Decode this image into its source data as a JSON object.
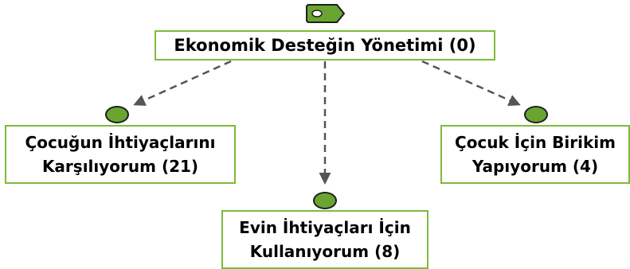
{
  "diagram": {
    "root": {
      "label": "Ekonomik Desteğin Yönetimi (0)"
    },
    "children": [
      {
        "line1": "Çocuğun İhtiyaçlarını",
        "line2": "Karşılıyorum (21)"
      },
      {
        "line1": "Evin İhtiyaçları İçin",
        "line2": "Kullanıyorum (8)"
      },
      {
        "line1": "Çocuk İçin Birikim",
        "line2": "Yapıyorum (4)"
      }
    ]
  },
  "colors": {
    "node_border": "#7dba3c",
    "dot_fill": "#6aa531",
    "dot_outline": "#1e1e1e",
    "edge": "#555555"
  },
  "icons": {
    "root_icon": "tag-icon"
  }
}
